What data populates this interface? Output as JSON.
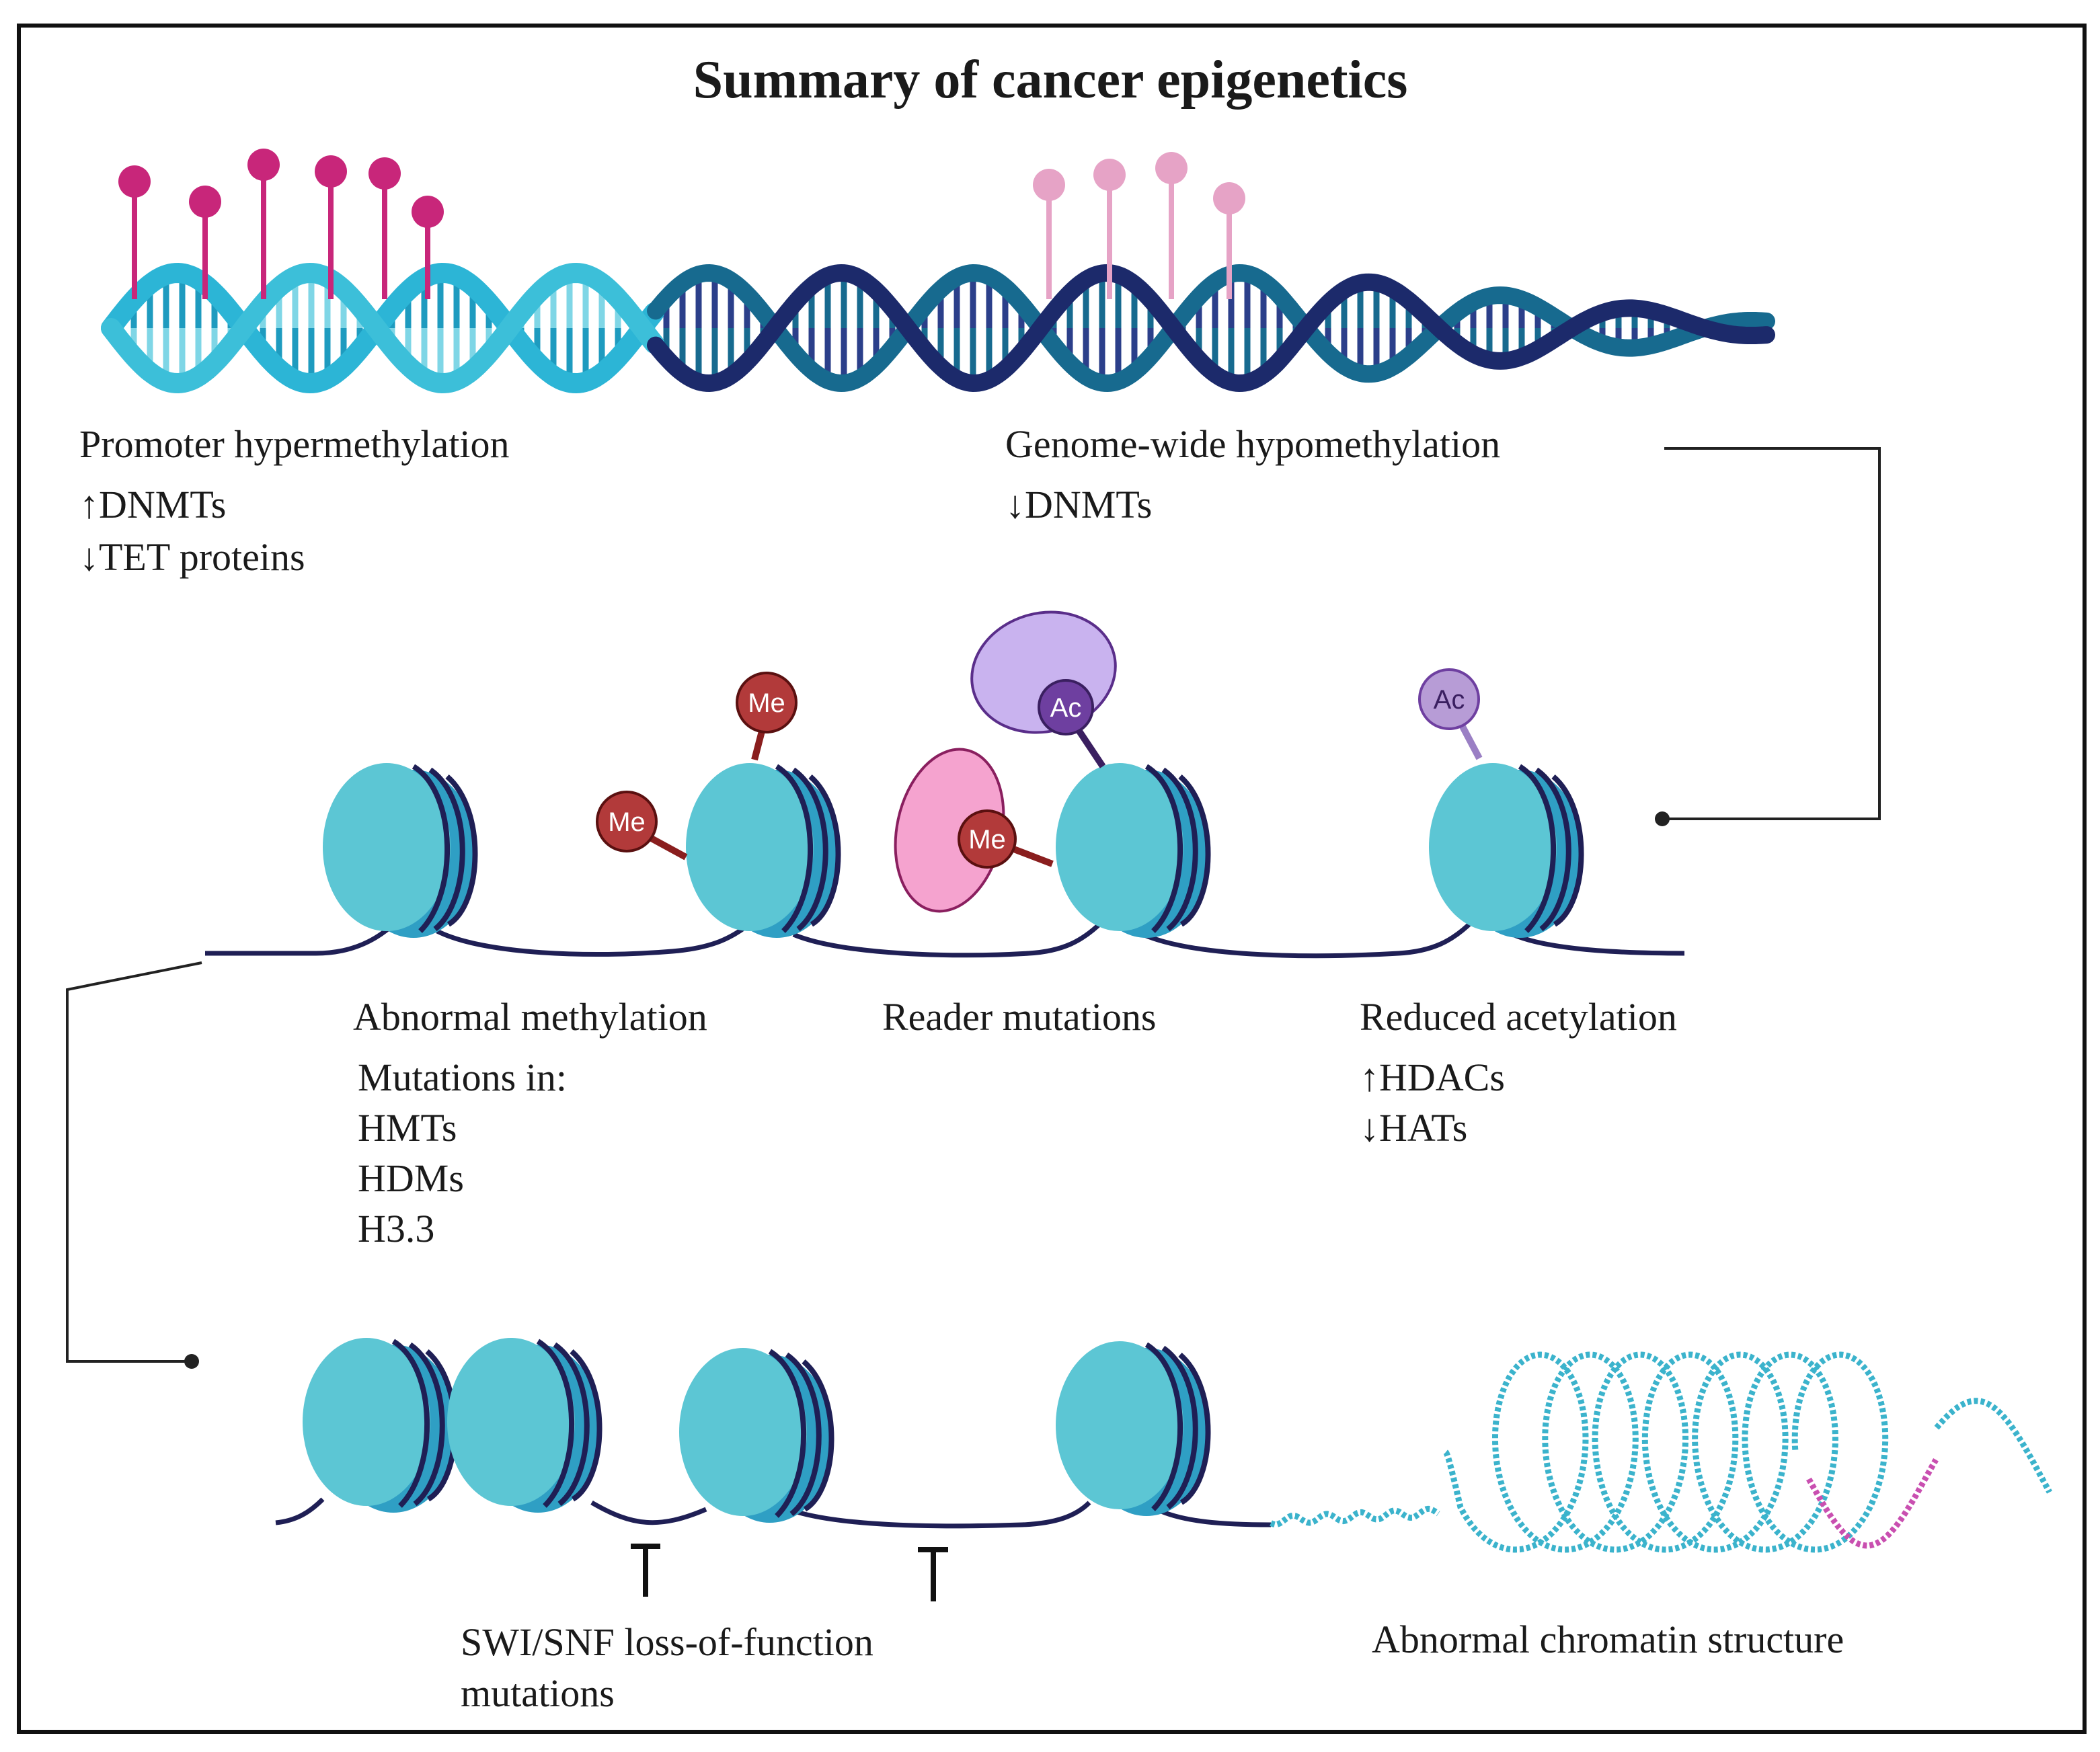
{
  "title": "Summary of cancer epigenetics",
  "promoter": {
    "heading": "Promoter hypermethylation",
    "lines": [
      "↑DNMTs",
      "↓TET proteins"
    ]
  },
  "genome": {
    "heading": "Genome-wide hypomethylation",
    "lines": [
      "↓DNMTs"
    ]
  },
  "abnormal_methylation": {
    "heading": "Abnormal methylation",
    "lines": [
      "Mutations in:",
      "HMTs",
      "HDMs",
      "H3.3"
    ]
  },
  "reader": {
    "heading": "Reader mutations"
  },
  "acetylation": {
    "heading": "Reduced acetylation",
    "lines": [
      "↑HDACs",
      "↓HATs"
    ]
  },
  "swi": {
    "lines": [
      "SWI/SNF loss-of-function",
      "mutations"
    ]
  },
  "chromatin": {
    "heading": "Abnormal chromatin structure"
  },
  "marks": {
    "me": "Me",
    "ac": "Ac"
  },
  "colors": {
    "dna_light": "#3cbfd9",
    "dna_dark": "#1c2a6b",
    "dna_mid": "#176a8f",
    "methyl_hyper": "#c8267a",
    "methyl_hypo": "#e6a3c6",
    "nucleosome_top": "#5cc6d4",
    "nucleosome_side": "#2f9fc4",
    "linker": "#1f1f55",
    "me_badge": "#b23a3a",
    "ac_badge": "#6e3fa0",
    "ac_light": "#b79cd6",
    "reader_purple": "#c9b3ef",
    "reader_pink": "#f5a3cf",
    "chromatin_coil": "#3bb3cc",
    "chromatin_pink": "#c94fb0"
  }
}
